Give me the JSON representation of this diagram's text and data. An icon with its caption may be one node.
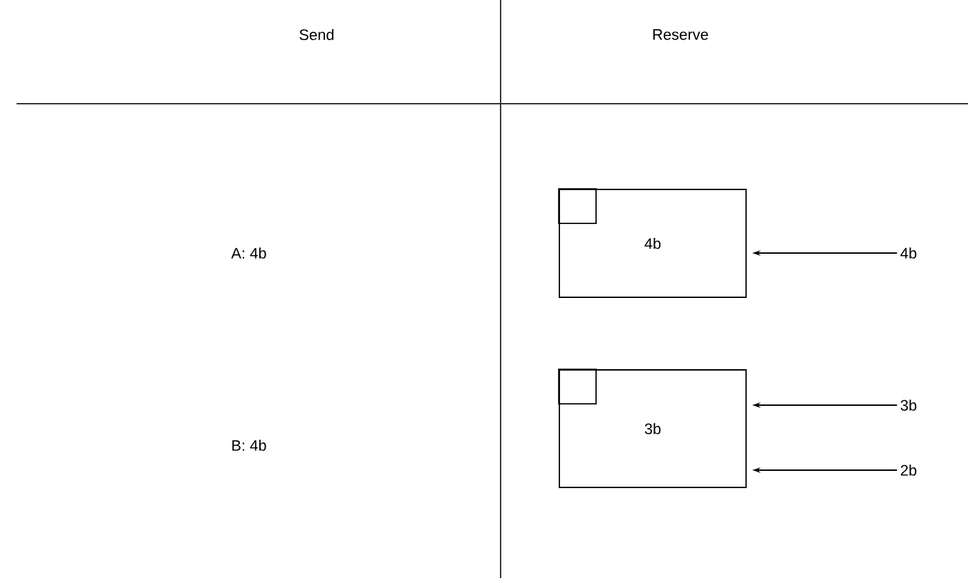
{
  "diagram": {
    "nodes": [
      {
        "text": [
          "4b"
        ]
      },
      {
        "text": [
          "3b"
        ]
      },
      {
        "text": [
          "4b"
        ]
      },
      {
        "text": [
          "3b"
        ]
      },
      {
        "text": [
          "2b"
        ]
      }
    ],
    "edges": [
      {
        "from": 2,
        "to": 0,
        "arrow": "to"
      },
      {
        "from": 3,
        "to": 1,
        "arrow": "to"
      },
      {
        "from": 4,
        "to": 1,
        "arrow": "to"
      }
    ],
    "labels": [
      "Send",
      "Reserve",
      "A: 4b",
      "B: 4b"
    ]
  }
}
